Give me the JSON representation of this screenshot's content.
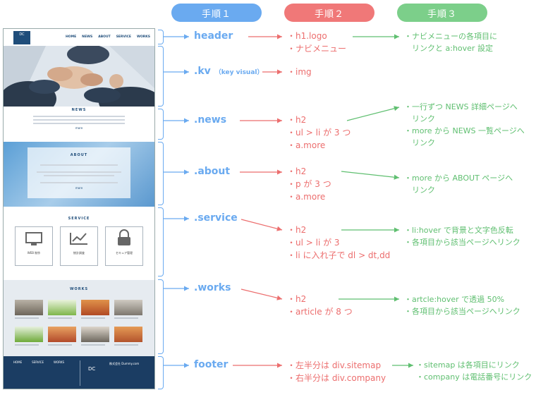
{
  "steps": [
    "手順１",
    "手順２",
    "手順３"
  ],
  "sections": [
    {
      "label": "header",
      "step2": [
        "・h1.logo",
        "・ナビメニュー"
      ],
      "step3": [
        "・ナビメニューの各項目に",
        "　リンクと a:hover 設定"
      ]
    },
    {
      "label": ".kv",
      "label_note": "（key visual）",
      "step2": [
        "・img"
      ],
      "step3": []
    },
    {
      "label": ".news",
      "step2": [
        "・h2",
        "・ul > li が 3 つ",
        "・a.more"
      ],
      "step3": [
        "・一行ずつ NEWS 詳細ページへ",
        "　リンク",
        "・more から NEWS 一覧ページへ",
        "　リンク"
      ]
    },
    {
      "label": ".about",
      "step2": [
        "・h2",
        "・p が 3 つ",
        "・a.more"
      ],
      "step3": [
        "・more から ABOUT ページへ",
        "　リンク"
      ]
    },
    {
      "label": ".service",
      "step2": [
        "・h2",
        "・ul > li が 3",
        "・li に入れ子で dl > dt,dd"
      ],
      "step3": [
        "・li:hover で背景と文字色反転",
        "・各項目から該当ページへリンク"
      ]
    },
    {
      "label": ".works",
      "step2": [
        "・h2",
        "・article が 8 つ"
      ],
      "step3": [
        "・artcle:hover で透過 50%",
        "・各項目から該当ページへリンク"
      ]
    },
    {
      "label": "footer",
      "step2": [
        "・左半分は div.sitemap",
        "・右半分は div.company"
      ],
      "step3": [
        "・sitemap は各項目にリンク",
        "・company は電話番号にリンク"
      ]
    }
  ],
  "mock": {
    "logo": "DC",
    "nav": [
      "HOME",
      "NEWS",
      "ABOUT",
      "SERVICE",
      "WORKS"
    ],
    "news_title": "NEWS",
    "about_title": "ABOUT",
    "service_title": "SERVICE",
    "works_title": "WORKS",
    "more": "more",
    "footer_logo": "DC",
    "footer_cols": [
      "HOME",
      "SERVICE",
      "WORKS"
    ],
    "footer_company": "株式会社 Dummy.com",
    "service_items": [
      "WEB 制作",
      "統計調査",
      "セキュア管理"
    ]
  },
  "colors": {
    "step1": "#6aaaf0",
    "step2": "#f07878",
    "step3": "#7ccf8a",
    "navy": "#1f4d7a"
  }
}
